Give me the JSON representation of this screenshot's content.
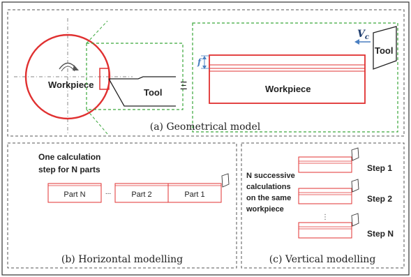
{
  "panel_a": {
    "caption": "(a) Geometrical model",
    "workpiece_label_circle": "Workpiece",
    "tool_label_left": "Tool",
    "equiv_symbol": "Ξ",
    "feed_label": "f",
    "vc_label": "V",
    "vc_subscript": "c",
    "workpiece_label_rect": "Workpiece",
    "tool_label_right": "Tool"
  },
  "panel_b": {
    "caption": "(b) Horizontal modelling",
    "description_line1": "One calculation",
    "description_line2": "step for N parts",
    "part_n": "Part N",
    "ellipsis": "...",
    "part_2": "Part 2",
    "part_1": "Part  1"
  },
  "panel_c": {
    "caption": "(c) Vertical modelling",
    "description_line1": "N successive",
    "description_line2": "calculations",
    "description_line3": "on the same",
    "description_line4": "workpiece",
    "step_1": "Step 1",
    "step_2": "Step 2",
    "vdots": "⋮",
    "step_n": "Step N"
  },
  "colors": {
    "red": "#e03030",
    "green": "#3aa63a",
    "blue": "#4a7fc1",
    "border": "#555555"
  }
}
